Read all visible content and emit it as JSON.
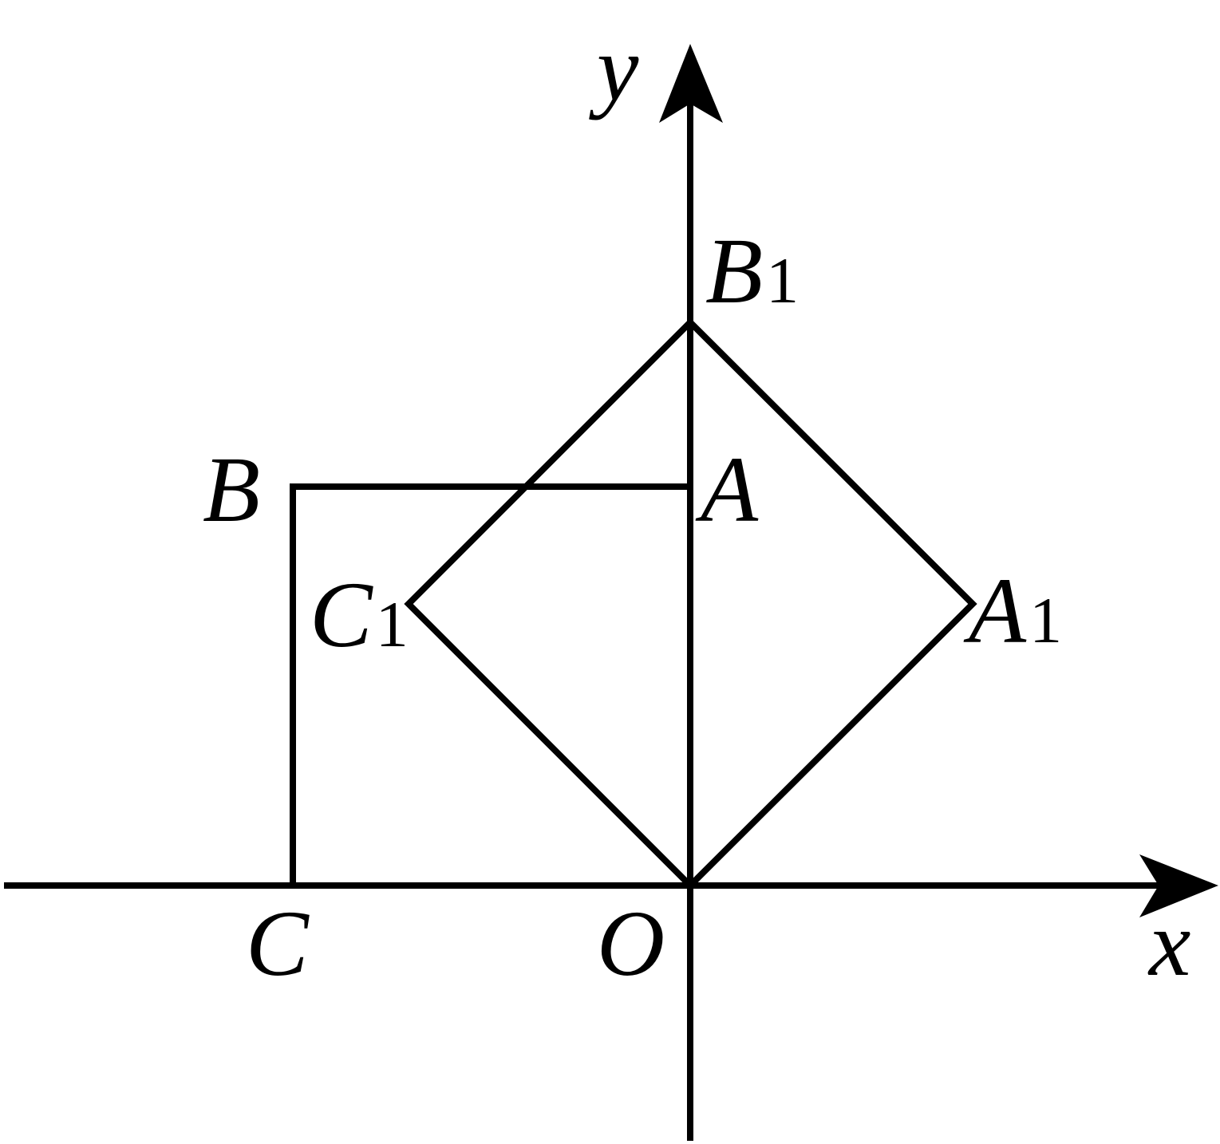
{
  "axes": {
    "x_label": "x",
    "y_label": "y"
  },
  "points": {
    "O": {
      "name": "O",
      "sub": ""
    },
    "A": {
      "name": "A",
      "sub": ""
    },
    "B": {
      "name": "B",
      "sub": ""
    },
    "C": {
      "name": "C",
      "sub": ""
    },
    "A1": {
      "name": "A",
      "sub": "1"
    },
    "B1": {
      "name": "B",
      "sub": "1"
    },
    "C1": {
      "name": "C",
      "sub": "1"
    }
  },
  "colors": {
    "ink": "#000000",
    "background": "#ffffff"
  }
}
